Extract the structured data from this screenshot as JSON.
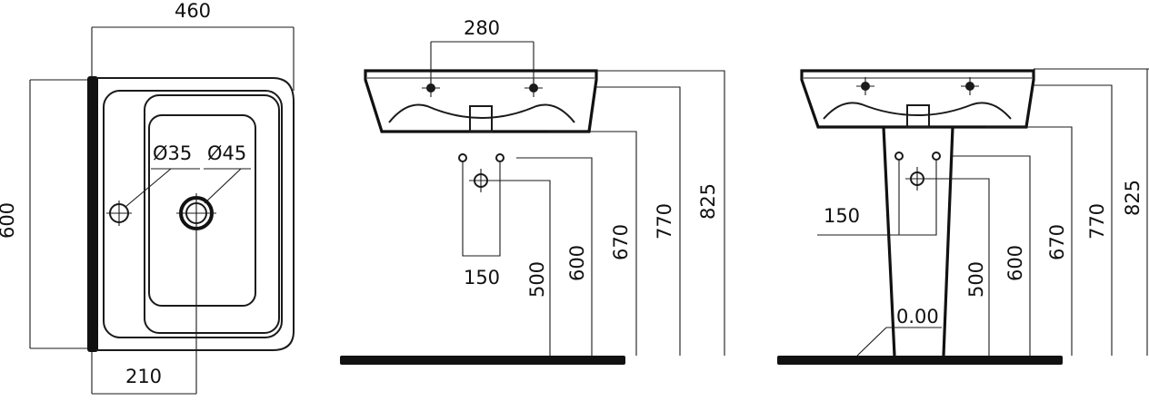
{
  "plan_view": {
    "width_dim": "460",
    "depth_dim": "600",
    "tap_offset_dim": "210",
    "hole_small": "Ø35",
    "hole_large": "Ø45"
  },
  "side_view_wall": {
    "tap_spacing_dim": "280",
    "drain_spacing_dim": "150",
    "dims": [
      "500",
      "600",
      "670",
      "770",
      "825"
    ]
  },
  "side_view_pedestal": {
    "drain_spacing_dim": "150",
    "floor_level": "0.00",
    "dims": [
      "500",
      "600",
      "670",
      "770",
      "825"
    ]
  }
}
